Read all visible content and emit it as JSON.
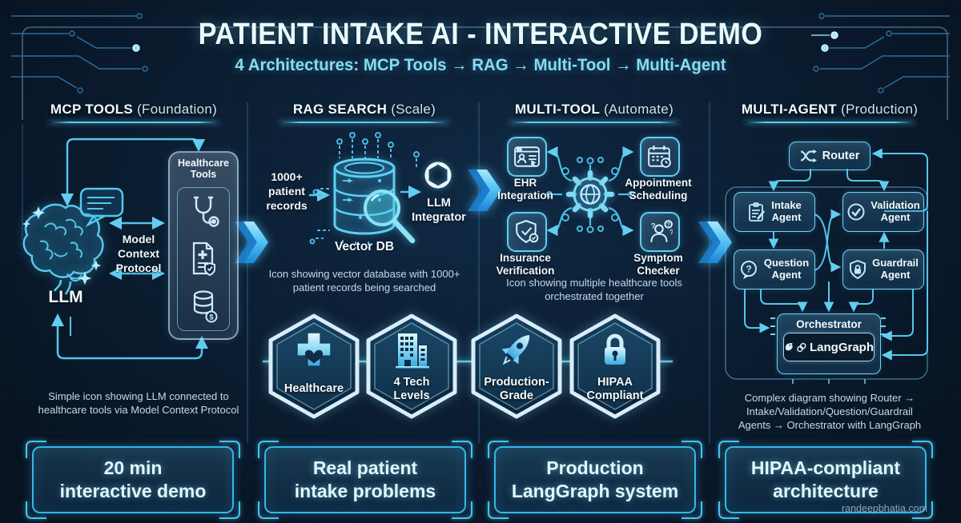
{
  "header": {
    "title": "PATIENT INTAKE AI - INTERACTIVE DEMO",
    "subtitle": "4 Architectures: MCP Tools → RAG → Multi-Tool → Multi-Agent"
  },
  "watermark": "randeepbhatia.com",
  "glyphs": {
    "dollar": "$",
    "question": "?"
  },
  "colors": {
    "background": "#0a1a2c",
    "accent_cyan": "#49c6ef",
    "bright_arrow": "#2da4f2",
    "text_primary": "#eaf7fc",
    "text_caption": "#c6d9e7"
  },
  "columns": [
    {
      "title": "MCP TOOLS",
      "qualifier": "(Foundation)",
      "llm_label": "LLM",
      "protocol_lines": [
        "Model",
        "Context",
        "Protocol"
      ],
      "panel_title_lines": [
        "Healthcare",
        "Tools"
      ],
      "caption_lines": [
        "Simple icon showing LLM connected to",
        "healthcare tools via Model Context Protocol"
      ],
      "button_lines": [
        "20 min",
        "interactive demo"
      ]
    },
    {
      "title": "RAG SEARCH",
      "qualifier": "(Scale)",
      "records_lines": [
        "1000+",
        "patient",
        "records"
      ],
      "db_label": "Vector DB",
      "llm_lines": [
        "LLM",
        "Integrator"
      ],
      "caption_lines": [
        "Icon showing vector database with 1000+",
        "patient records being searched"
      ],
      "button_lines": [
        "Real patient",
        "intake problems"
      ]
    },
    {
      "title": "MULTI-TOOL",
      "qualifier": "(Automate)",
      "tools": [
        {
          "lines": [
            "EHR",
            "Integration"
          ]
        },
        {
          "lines": [
            "Appointment",
            "Scheduling"
          ]
        },
        {
          "lines": [
            "Insurance",
            "Verification"
          ]
        },
        {
          "lines": [
            "Symptom",
            "Checker"
          ]
        }
      ],
      "caption_lines": [
        "Icon showing multiple healthcare tools",
        "orchestrated together"
      ],
      "button_lines": [
        "Production",
        "LangGraph system"
      ]
    },
    {
      "title": "MULTI-AGENT",
      "qualifier": "(Production)",
      "router_label": "Router",
      "agents": [
        {
          "lines": [
            "Intake",
            "Agent"
          ]
        },
        {
          "lines": [
            "Validation",
            "Agent"
          ]
        },
        {
          "lines": [
            "Question",
            "Agent"
          ]
        },
        {
          "lines": [
            "Guardrail",
            "Agent"
          ]
        }
      ],
      "orchestrator_label": "Orchestrator",
      "langgraph_label": "LangGraph",
      "caption_lines": [
        "Complex diagram showing Router →",
        "Intake/Validation/Question/Guardrail",
        "Agents → Orchestrator with LangGraph"
      ],
      "button_lines": [
        "HIPAA-compliant",
        "architecture"
      ]
    }
  ],
  "badges": [
    {
      "lines": [
        "Healthcare"
      ],
      "icon": "medical-cross-heart"
    },
    {
      "lines": [
        "4 Tech",
        "Levels"
      ],
      "icon": "building"
    },
    {
      "lines": [
        "Production-",
        "Grade"
      ],
      "icon": "rocket"
    },
    {
      "lines": [
        "HIPAA",
        "Compliant"
      ],
      "icon": "padlock"
    }
  ]
}
